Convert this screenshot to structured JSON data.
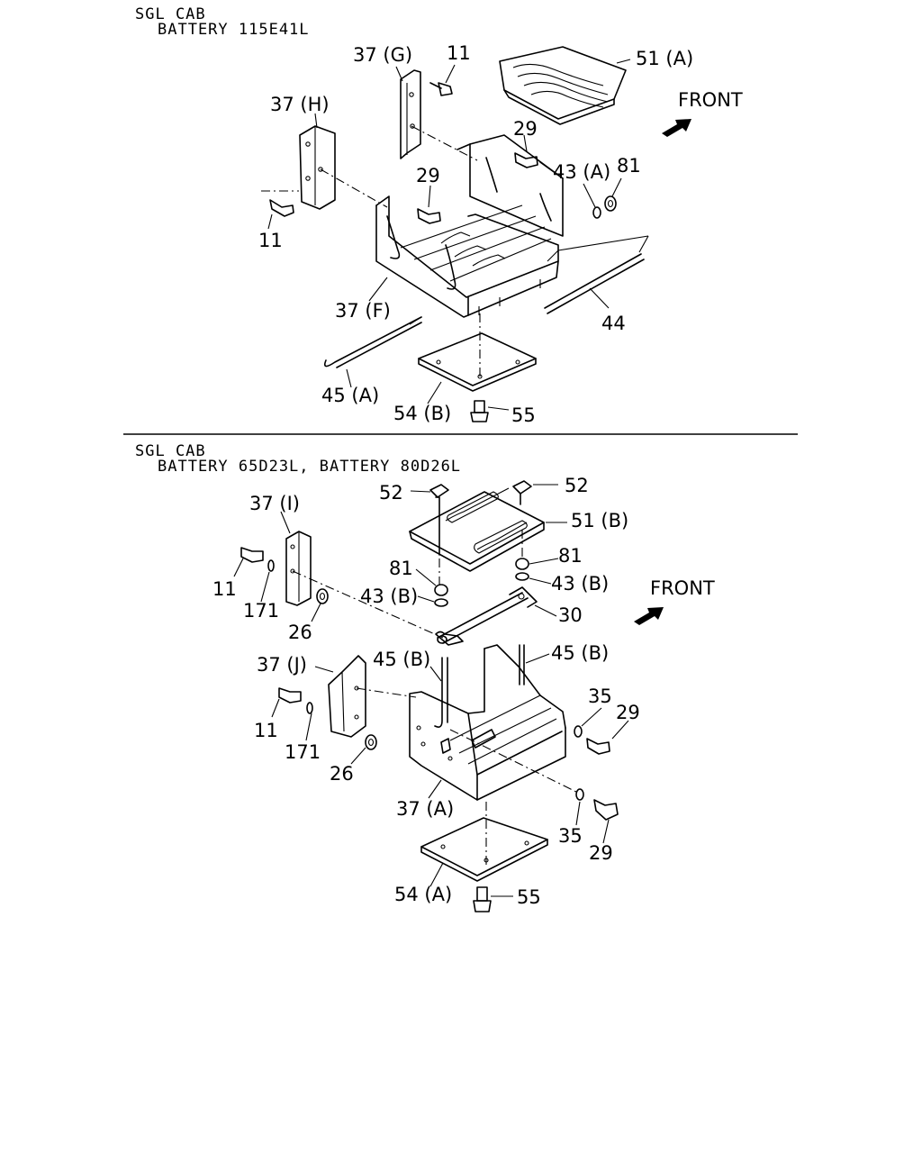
{
  "sections": [
    {
      "header_line1": "SGL CAB",
      "header_line2": "BATTERY 115E41L"
    },
    {
      "header_line1": "SGL CAB",
      "header_line2": "BATTERY 65D23L, BATTERY 80D26L"
    }
  ],
  "front_label": "FRONT",
  "labels": {
    "top": {
      "l37g": "37 (G)",
      "l11a": "11",
      "l51a": "51 (A)",
      "l37h": "37 (H)",
      "l29a": "29",
      "l29b": "29",
      "l43a": "43 (A)",
      "l81": "81",
      "l11b": "11",
      "l37f": "37 (F)",
      "l44": "44",
      "l45a": "45 (A)",
      "l54b": "54 (B)",
      "l55": "55"
    },
    "bottom": {
      "l52a": "52",
      "l52b": "52",
      "l37i": "37 (I)",
      "l51b": "51 (B)",
      "l81a": "81",
      "l81b": "81",
      "l11a": "11",
      "l43ba": "43 (B)",
      "l43bb": "43 (B)",
      "l171a": "171",
      "l30": "30",
      "l26a": "26",
      "l37j": "37 (J)",
      "l45ba": "45 (B)",
      "l45bb": "45 (B)",
      "l35a": "35",
      "l29a": "29",
      "l11b": "11",
      "l171b": "171",
      "l26b": "26",
      "l37a": "37 (A)",
      "l35b": "35",
      "l29b": "29",
      "l54a": "54 (A)",
      "l55": "55"
    }
  }
}
